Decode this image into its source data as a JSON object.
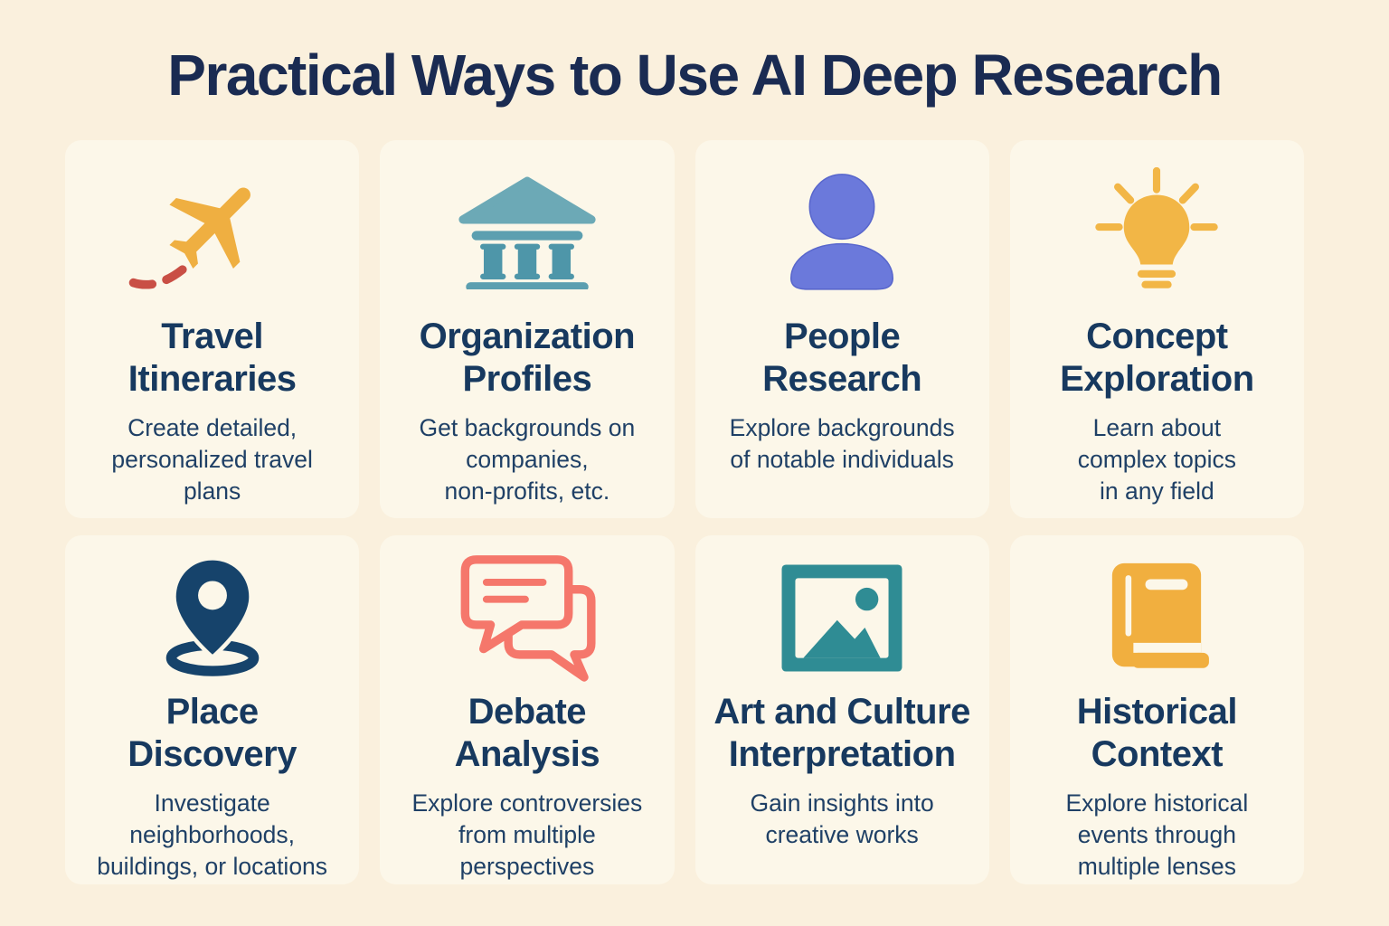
{
  "page": {
    "title": "Practical Ways to Use AI Deep Research",
    "background_color": "#FAF0DD",
    "card_background_color": "#FCF7E9",
    "title_color": "#1A2B52",
    "heading_color": "#17395F",
    "body_text_color": "#1F4066"
  },
  "cards": [
    {
      "id": "travel-itineraries",
      "icon": "airplane-icon",
      "icon_colors": [
        "#EFAF41",
        "#C94F45"
      ],
      "title": "Travel Itineraries",
      "title_lines": [
        "Travel",
        "Itineraries"
      ],
      "description": "Create detailed, personalized travel plans",
      "description_lines": [
        "Create detailed,",
        "personalized travel",
        "plans"
      ]
    },
    {
      "id": "organization-profiles",
      "icon": "bank-icon",
      "icon_colors": [
        "#5C9FB0"
      ],
      "title": "Organization Profiles",
      "title_lines": [
        "Organization",
        "Profiles"
      ],
      "description": "Get backgrounds on companies, non-profits, etc.",
      "description_lines": [
        "Get backgrounds on",
        "companies,",
        "non-profits, etc."
      ]
    },
    {
      "id": "people-research",
      "icon": "person-icon",
      "icon_colors": [
        "#6B79DB"
      ],
      "title": "People Research",
      "title_lines": [
        "People",
        "Research"
      ],
      "description": "Explore backgrounds of notable individuals",
      "description_lines": [
        "Explore backgrounds",
        "of notable individuals"
      ]
    },
    {
      "id": "concept-exploration",
      "icon": "lightbulb-icon",
      "icon_colors": [
        "#F2B646"
      ],
      "title": "Concept Exploration",
      "title_lines": [
        "Concept",
        "Exploration"
      ],
      "description": "Learn about complex topics in any field",
      "description_lines": [
        "Learn about",
        "complex topics",
        "in any field"
      ]
    },
    {
      "id": "place-discovery",
      "icon": "map-pin-icon",
      "icon_colors": [
        "#16436B"
      ],
      "title": "Place Discovery",
      "title_lines": [
        "Place",
        "Discovery"
      ],
      "description": "Investigate neighborhoods, buildings, or locations",
      "description_lines": [
        "Investigate",
        "neighborhoods,",
        "buildings, or locations"
      ]
    },
    {
      "id": "debate-analysis",
      "icon": "chat-bubbles-icon",
      "icon_colors": [
        "#F5776B"
      ],
      "title": "Debate Analysis",
      "title_lines": [
        "Debate",
        "Analysis"
      ],
      "description": "Explore controversies from multiple perspectives",
      "description_lines": [
        "Explore controversies",
        "from multiple",
        "perspectives"
      ]
    },
    {
      "id": "art-culture-interpretation",
      "icon": "picture-icon",
      "icon_colors": [
        "#2F8C94"
      ],
      "title": "Art and Culture Interpretation",
      "title_lines": [
        "Art and Culture",
        "Interpretation"
      ],
      "description": "Gain insights into creative works",
      "description_lines": [
        "Gain insights into",
        "creative works"
      ]
    },
    {
      "id": "historical-context",
      "icon": "book-icon",
      "icon_colors": [
        "#F1AF3F"
      ],
      "title": "Historical Context",
      "title_lines": [
        "Historical",
        "Context"
      ],
      "description": "Explore historical events through multiple lenses",
      "description_lines": [
        "Explore historical",
        "events through",
        "multiple lenses"
      ]
    }
  ]
}
